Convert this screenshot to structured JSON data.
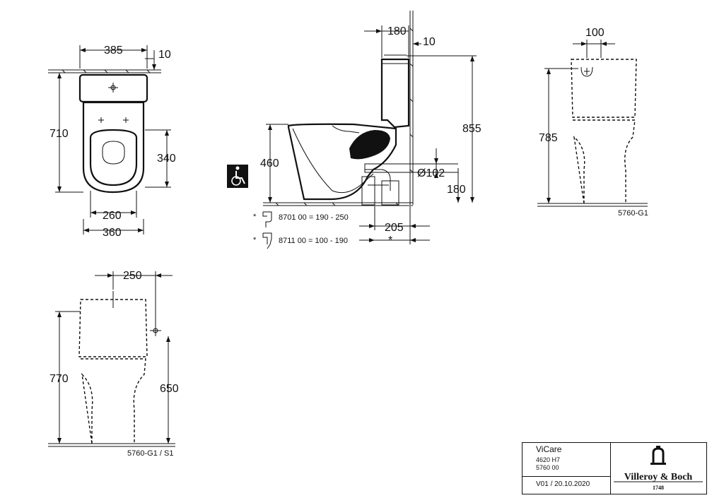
{
  "top_view": {
    "dims": {
      "width_top": "385",
      "offset_top": "10",
      "depth": "710",
      "hole_spacing": "340",
      "seat_width": "260",
      "base_width": "360"
    }
  },
  "side_view": {
    "dims": {
      "cistern_depth": "180",
      "wall_gap": "10",
      "total_height": "855",
      "seat_height": "460",
      "outlet_diameter": "Ø102",
      "outlet_height": "180",
      "outlet_distance": "205"
    },
    "notes": [
      {
        "marker": "*",
        "text": "8701 00 = 190 - 250"
      },
      {
        "marker": "*",
        "text": "8711 00 = 100 - 190"
      }
    ],
    "asterisk": "*"
  },
  "right_view": {
    "dims": {
      "flush_spacing": "100",
      "height": "785"
    },
    "code": "5760-G1"
  },
  "front_view": {
    "dims": {
      "width": "250",
      "height": "770",
      "inlet_height": "650"
    },
    "code": "5760-G1 / S1"
  },
  "title_block": {
    "product": "ViCare",
    "code1": "4620 H7",
    "code2": "5760 00",
    "version": "V01 / 20.10.2020",
    "brand": "Villeroy & Boch",
    "year": "1748"
  },
  "icons": [
    "wheelchair-icon",
    "villeroy-boch-logo"
  ]
}
